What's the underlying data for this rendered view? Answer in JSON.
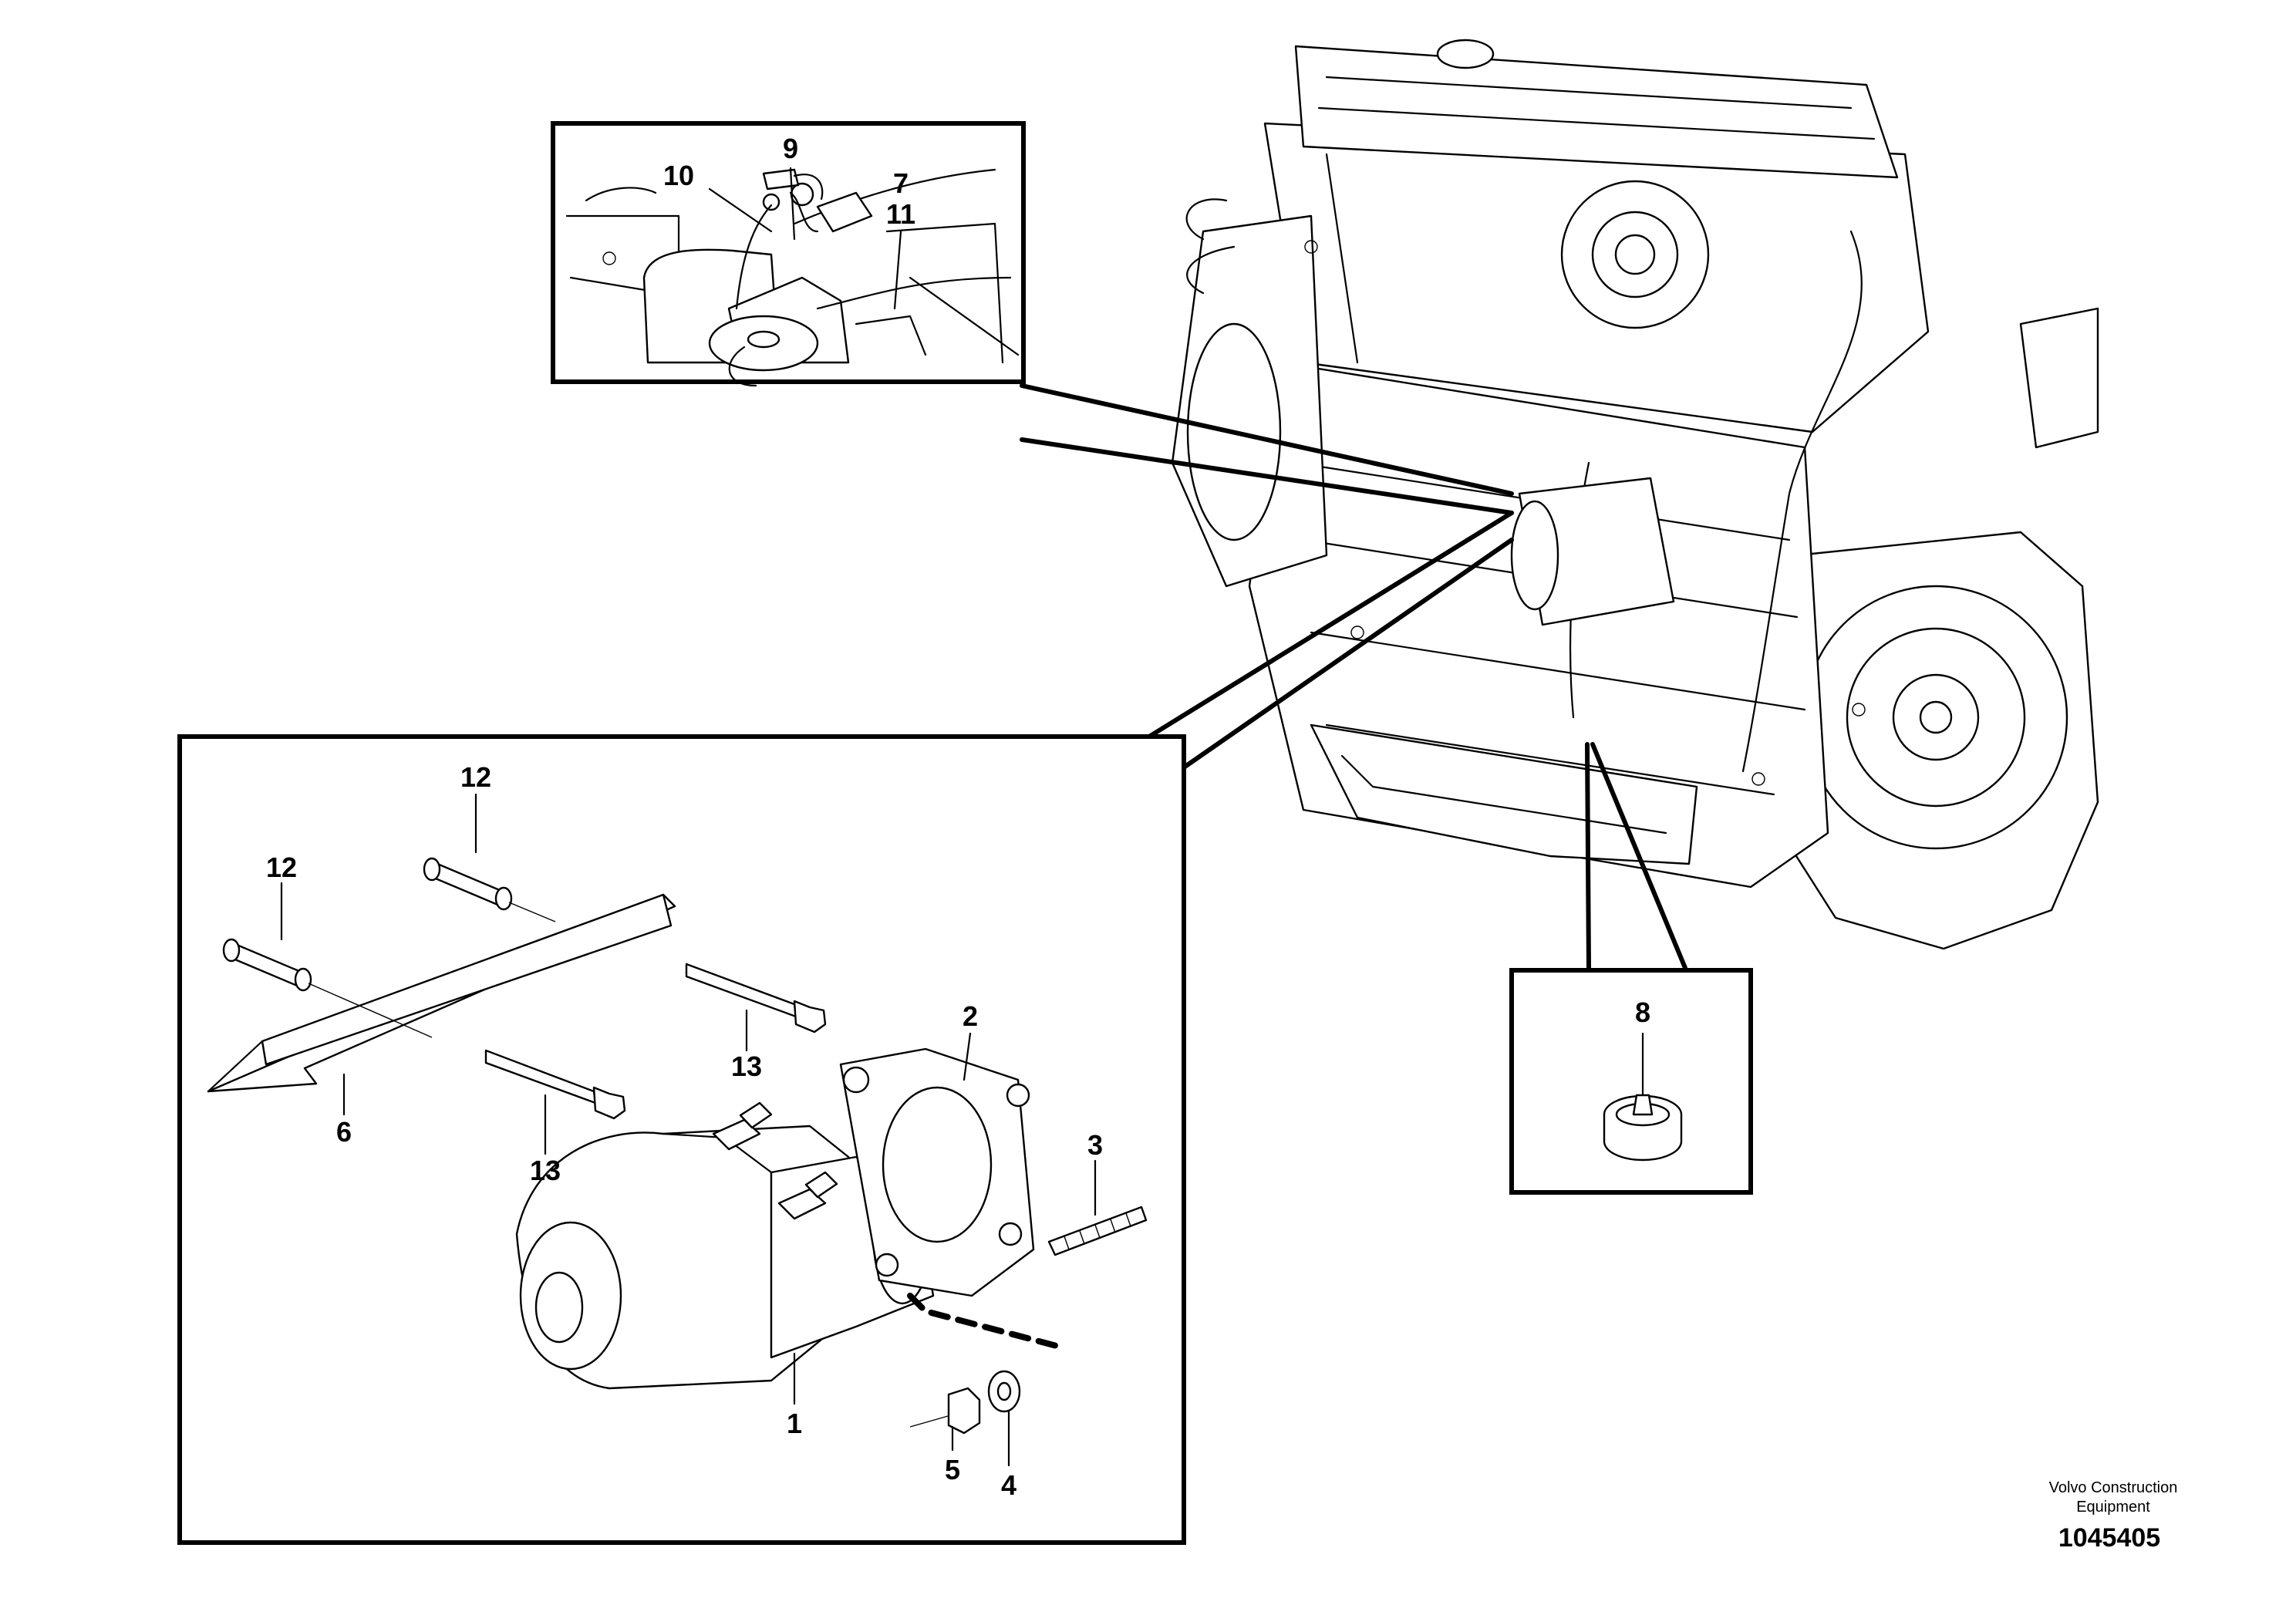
{
  "callouts": {
    "c1": "1",
    "c2": "2",
    "c3": "3",
    "c4": "4",
    "c5": "5",
    "c6": "6",
    "c7": "7",
    "c8": "8",
    "c9": "9",
    "c10": "10",
    "c11": "11",
    "c12a": "12",
    "c12b": "12",
    "c13a": "13",
    "c13b": "13"
  },
  "footer": {
    "brand_line1": "Volvo Construction",
    "brand_line2": "Equipment",
    "figure_number": "1045405"
  }
}
